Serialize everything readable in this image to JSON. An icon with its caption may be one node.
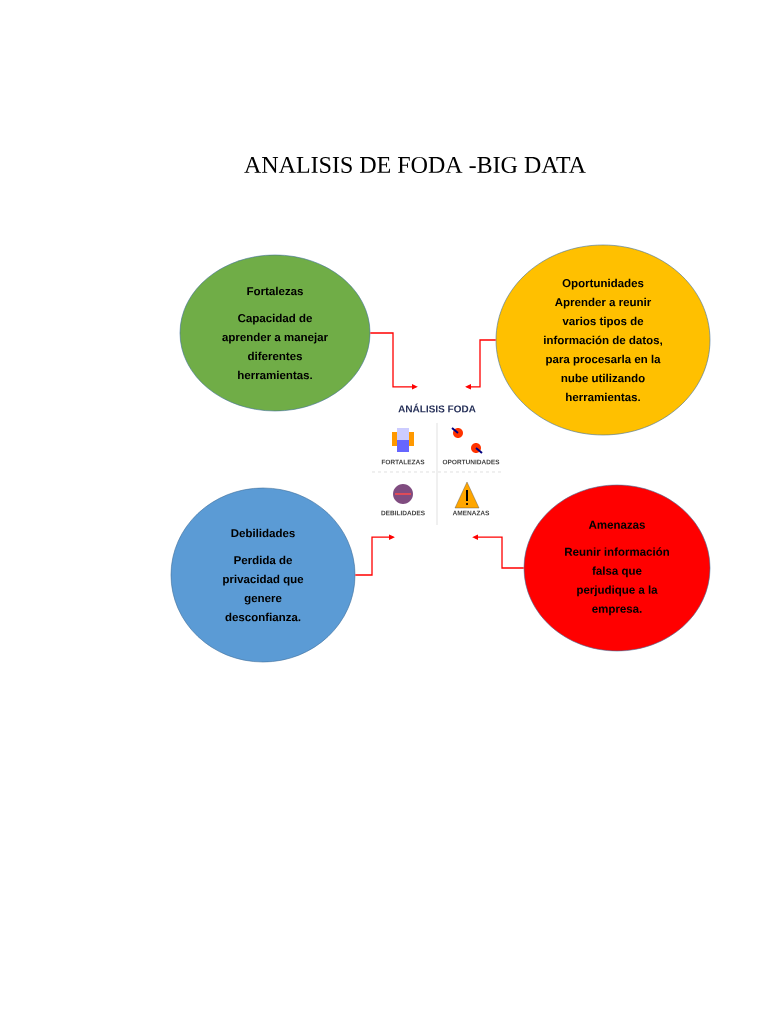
{
  "diagram": {
    "title": "ANALISIS DE FODA -BIG DATA",
    "nodes": [
      {
        "text": [
          "Fortalezas",
          "Capacidad de aprender a manejar diferentes herramientas."
        ]
      },
      {
        "text": [
          "Oportunidades",
          "Aprender a reunir varios tipos de información de datos, para procesarla en la nube utilizando herramientas."
        ]
      },
      {
        "text": [
          "Debilidades",
          "Perdida de privacidad que genere desconfianza."
        ]
      },
      {
        "text": [
          "Amenazas",
          "Reunir información falsa que perjudique a la empresa."
        ]
      },
      {
        "text": [
          "ANÁLISIS FODA",
          "FORTALEZAS",
          "OPORTUNIDADES",
          "DEBILIDADES",
          "AMENAZAS"
        ]
      }
    ],
    "edges": [
      {
        "from": 0,
        "to": 4,
        "arrow": "to"
      },
      {
        "from": 1,
        "to": 4,
        "arrow": "to"
      },
      {
        "from": 2,
        "to": 4,
        "arrow": "to"
      },
      {
        "from": 3,
        "to": 4,
        "arrow": "to"
      }
    ]
  }
}
